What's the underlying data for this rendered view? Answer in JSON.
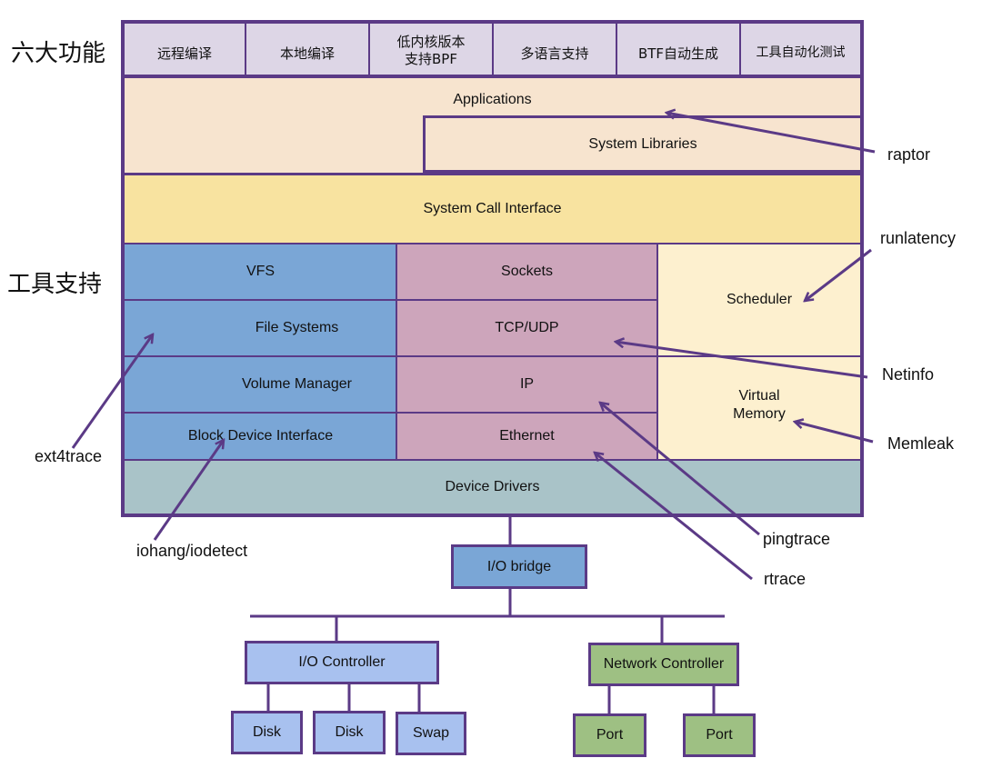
{
  "side_labels": {
    "features": "六大功能",
    "tool_support": "工具支持"
  },
  "features": [
    "远程编译",
    "本地编译",
    "低内核版本\n支持BPF",
    "多语言支持",
    "BTF自动生成",
    "工具自动化测试"
  ],
  "layers": {
    "applications": "Applications",
    "system_libraries": "System Libraries",
    "system_call_interface": "System Call Interface",
    "vfs": "VFS",
    "file_systems": "File Systems",
    "volume_manager": "Volume Manager",
    "block_device_interface": "Block Device Interface",
    "sockets": "Sockets",
    "tcp_udp": "TCP/UDP",
    "ip": "IP",
    "ethernet": "Ethernet",
    "scheduler": "Scheduler",
    "virtual_memory": "Virtual\nMemory",
    "device_drivers": "Device Drivers"
  },
  "hardware": {
    "io_bridge": "I/O bridge",
    "io_controller": "I/O Controller",
    "network_controller": "Network Controller",
    "disk_1": "Disk",
    "disk_2": "Disk",
    "swap": "Swap",
    "port_1": "Port",
    "port_2": "Port"
  },
  "tools": {
    "raptor": "raptor",
    "runlatency": "runlatency",
    "netinfo": "Netinfo",
    "memleak": "Memleak",
    "ext4trace": "ext4trace",
    "iohang": "iohang/iodetect",
    "pingtrace": "pingtrace",
    "rtrace": "rtrace"
  },
  "colors": {
    "border": "#5b3a86",
    "features_bg": "#ddd6e6",
    "applications_bg": "#f7e4cf",
    "syscall_bg": "#f8e3a0",
    "storage_bg": "#7aa6d6",
    "network_bg": "#cda5bb",
    "memory_bg": "#fdf0cf",
    "drivers_bg": "#a9c3c8",
    "io_bridge_bg": "#7aa6d6",
    "io_controller_bg": "#a8c1ef",
    "network_controller_bg": "#9ec083"
  }
}
